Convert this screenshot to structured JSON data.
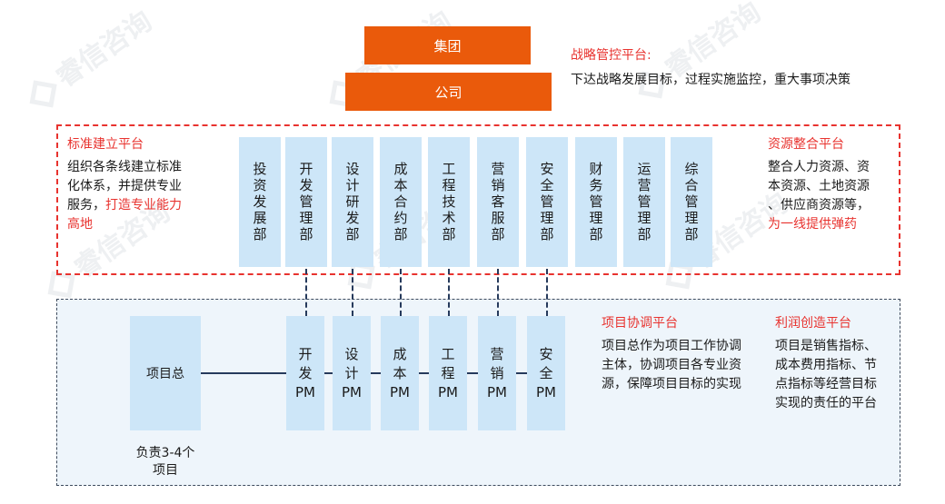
{
  "top": {
    "group": "集团",
    "company": "公司"
  },
  "strategic": {
    "title": "战略管控平台:",
    "desc": "下达战略发展目标，过程实施监控，重大事项决策"
  },
  "standard_platform": {
    "title": "标准建立平台",
    "desc_lines": [
      "组织各条线建立标准",
      "化体系，并提供专业",
      "服务，"
    ],
    "highlight_a": "打造专业能力",
    "highlight_b": "高地"
  },
  "resource_platform": {
    "title": "资源整合平台",
    "desc_lines": [
      "整合人力资源、资",
      "本资源、土地资源",
      "、供应商资源等，"
    ],
    "highlight": "为一线提供弹药"
  },
  "departments": [
    "投资发展部",
    "开发管理部",
    "设计研发部",
    "成本合约部",
    "工程技术部",
    "营销客服部",
    "安全管理部",
    "财务管理部",
    "运营管理部",
    "综合管理部"
  ],
  "project": {
    "leader": "项目总",
    "leader_note_a": "负责3-4个",
    "leader_note_b": "项目",
    "pms": [
      {
        "name": "开发",
        "suffix": "PM"
      },
      {
        "name": "设计",
        "suffix": "PM"
      },
      {
        "name": "成本",
        "suffix": "PM"
      },
      {
        "name": "工程",
        "suffix": "PM"
      },
      {
        "name": "营销",
        "suffix": "PM"
      },
      {
        "name": "安全",
        "suffix": "PM"
      }
    ]
  },
  "coordination": {
    "title": "项目协调平台",
    "desc_lines": [
      "项目总作为项目工作协调",
      "主体，协调项目各专业资",
      "源，保障项目目标的实现"
    ]
  },
  "profit": {
    "title": "利润创造平台",
    "desc_lines": [
      "项目是销售指标、",
      "成本费用指标、节",
      "点指标等经营目标",
      "实现的责任的平台"
    ]
  },
  "watermark": "睿信咨询",
  "colors": {
    "accent_orange": "#ea5a0b",
    "accent_red": "#e8332f",
    "box_blue": "#cde6f8",
    "line_navy": "#263a5c"
  }
}
